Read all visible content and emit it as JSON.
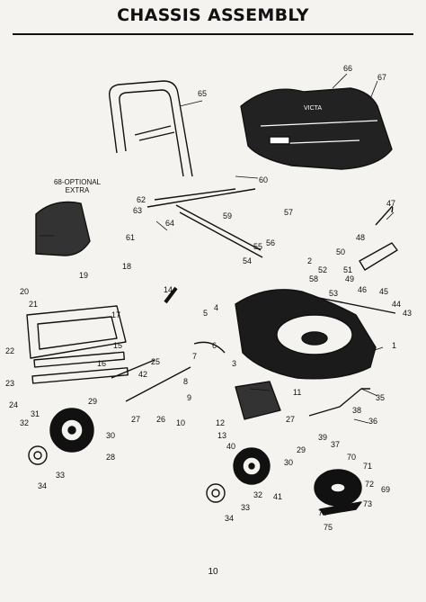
{
  "title": "CHASSIS ASSEMBLY",
  "page_number": "10",
  "option_note": {
    "line1": "68-OPTIONAL",
    "line2": "EXTRA"
  },
  "brand_mark": "VICTA",
  "callouts": [
    "1",
    "2",
    "3",
    "4",
    "5",
    "6",
    "7",
    "8",
    "9",
    "10",
    "11",
    "12",
    "13",
    "14",
    "15",
    "16",
    "17",
    "18",
    "19",
    "20",
    "21",
    "22",
    "23",
    "24",
    "25",
    "26",
    "27",
    "27",
    "28",
    "29",
    "29",
    "30",
    "30",
    "31",
    "32",
    "32",
    "33",
    "33",
    "34",
    "34",
    "35",
    "36",
    "37",
    "38",
    "39",
    "40",
    "41",
    "42",
    "43",
    "44",
    "45",
    "46",
    "47",
    "48",
    "49",
    "50",
    "51",
    "52",
    "53",
    "54",
    "55",
    "56",
    "57",
    "58",
    "59",
    "60",
    "61",
    "62",
    "63",
    "64",
    "65",
    "66",
    "67",
    "69",
    "70",
    "71",
    "72",
    "73",
    "74",
    "75"
  ]
}
